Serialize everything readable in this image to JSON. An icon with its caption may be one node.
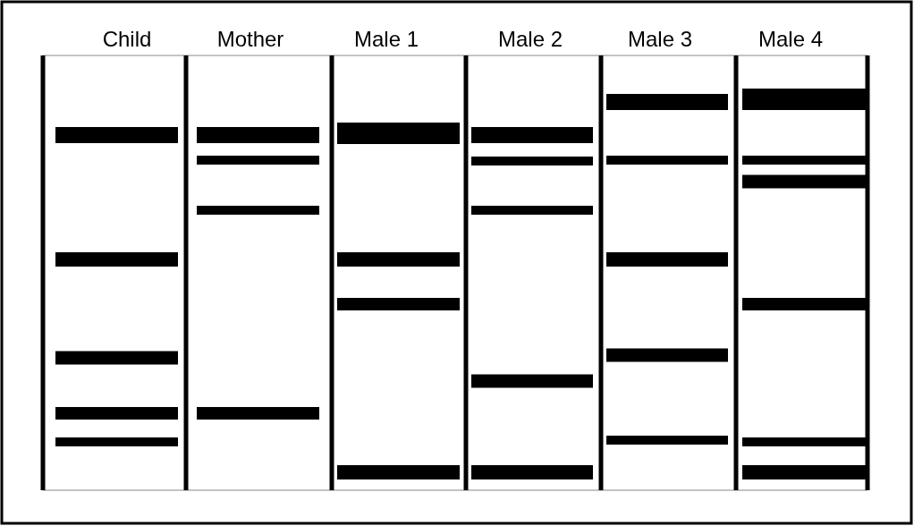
{
  "diagram": {
    "nodes": [
      {
        "text": [
          "Child"
        ]
      },
      {
        "text": [
          "Mother"
        ]
      },
      {
        "text": [
          "Male 1"
        ]
      },
      {
        "text": [
          "Male 2"
        ]
      },
      {
        "text": [
          "Male 3"
        ]
      },
      {
        "text": [
          "Male 4"
        ]
      }
    ]
  }
}
